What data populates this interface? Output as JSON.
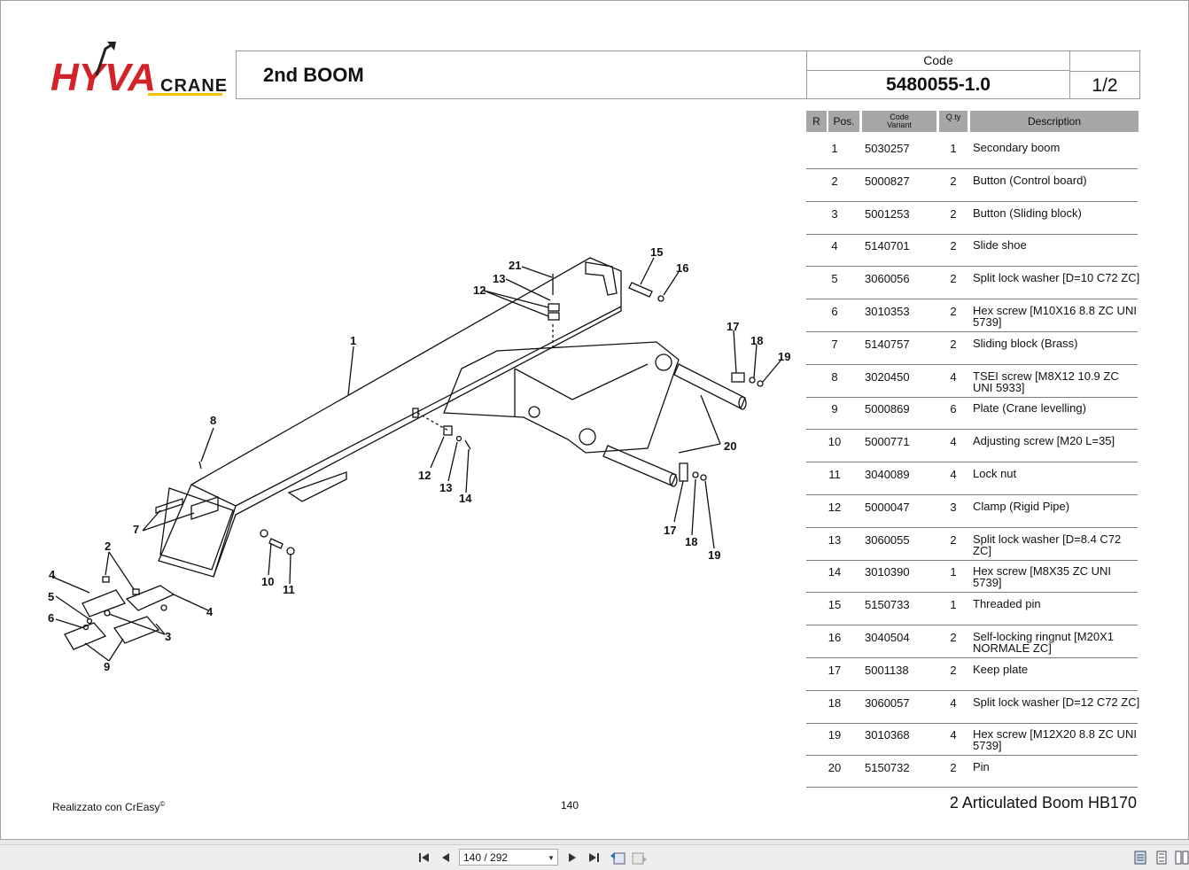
{
  "header": {
    "logo_text": "HYVA",
    "logo_sub": "CRANE",
    "title": "2nd BOOM",
    "code_label": "Code",
    "code_value": "5480055-1.0",
    "page_fraction": "1/2"
  },
  "table": {
    "columns": {
      "r": "R",
      "pos": "Pos.",
      "code_variant_1": "Code",
      "code_variant_2": "Variant",
      "qty": "Q.ty",
      "description": "Description"
    },
    "rows": [
      {
        "pos": "1",
        "code": "5030257",
        "qty": "1",
        "desc": "Secondary boom"
      },
      {
        "pos": "2",
        "code": "5000827",
        "qty": "2",
        "desc": "Button (Control board)"
      },
      {
        "pos": "3",
        "code": "5001253",
        "qty": "2",
        "desc": "Button (Sliding block)"
      },
      {
        "pos": "4",
        "code": "5140701",
        "qty": "2",
        "desc": "Slide shoe"
      },
      {
        "pos": "5",
        "code": "3060056",
        "qty": "2",
        "desc": "Split lock washer  [D=10 C72 ZC]"
      },
      {
        "pos": "6",
        "code": "3010353",
        "qty": "2",
        "desc": "Hex screw  [M10X16 8.8 ZC UNI 5739]"
      },
      {
        "pos": "7",
        "code": "5140757",
        "qty": "2",
        "desc": "Sliding block (Brass)"
      },
      {
        "pos": "8",
        "code": "3020450",
        "qty": "4",
        "desc": "TSEI screw  [M8X12 10.9 ZC UNI 5933]"
      },
      {
        "pos": "9",
        "code": "5000869",
        "qty": "6",
        "desc": "Plate (Crane levelling)"
      },
      {
        "pos": "10",
        "code": "5000771",
        "qty": "4",
        "desc": "Adjusting screw  [M20 L=35]"
      },
      {
        "pos": "11",
        "code": "3040089",
        "qty": "4",
        "desc": "Lock nut"
      },
      {
        "pos": "12",
        "code": "5000047",
        "qty": "3",
        "desc": "Clamp (Rigid Pipe)"
      },
      {
        "pos": "13",
        "code": "3060055",
        "qty": "2",
        "desc": "Split lock washer  [D=8.4 C72 ZC]"
      },
      {
        "pos": "14",
        "code": "3010390",
        "qty": "1",
        "desc": "Hex screw  [M8X35 ZC UNI 5739]"
      },
      {
        "pos": "15",
        "code": "5150733",
        "qty": "1",
        "desc": "Threaded pin"
      },
      {
        "pos": "16",
        "code": "3040504",
        "qty": "2",
        "desc": "Self-locking ringnut  [M20X1 NORMALE ZC]"
      },
      {
        "pos": "17",
        "code": "5001138",
        "qty": "2",
        "desc": "Keep plate"
      },
      {
        "pos": "18",
        "code": "3060057",
        "qty": "4",
        "desc": "Split lock washer  [D=12 C72 ZC]"
      },
      {
        "pos": "19",
        "code": "3010368",
        "qty": "4",
        "desc": "Hex screw  [M12X20 8.8 ZC UNI 5739]"
      },
      {
        "pos": "20",
        "code": "5150732",
        "qty": "2",
        "desc": "Pin"
      }
    ]
  },
  "drawing": {
    "callouts": [
      "1",
      "2",
      "3",
      "4",
      "4",
      "5",
      "6",
      "7",
      "8",
      "9",
      "10",
      "11",
      "12",
      "12",
      "13",
      "13",
      "14",
      "15",
      "16",
      "17",
      "17",
      "18",
      "18",
      "19",
      "19",
      "20",
      "21"
    ]
  },
  "footer": {
    "credit": "Realizzato con CrEasy",
    "credit_mark": "©",
    "page_number": "140",
    "manual_title": "2 Articulated Boom HB170"
  },
  "viewer": {
    "page_indicator": "140 / 292",
    "icons": [
      "first-page-icon",
      "prev-page-icon",
      "next-page-icon",
      "last-page-icon",
      "prev-view-icon",
      "next-view-icon",
      "single-page-icon",
      "continuous-icon",
      "facing-icon"
    ]
  },
  "colors": {
    "logo_red": "#d3232a",
    "logo_yellow": "#f2c200",
    "table_header": "#a7a7a7"
  }
}
